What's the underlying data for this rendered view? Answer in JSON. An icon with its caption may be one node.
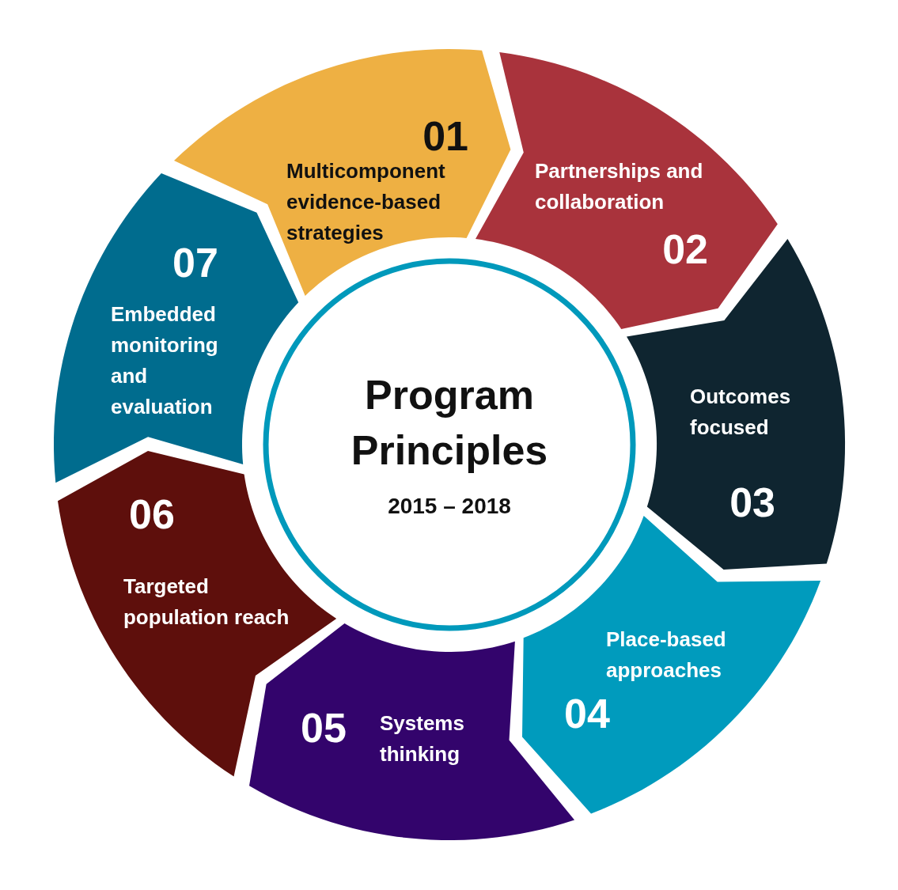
{
  "diagram": {
    "nodes": [
      {
        "text": [
          "Program Principles",
          "2015 – 2018"
        ]
      },
      {
        "text": [
          "01",
          "Multicomponent evidence-based strategies"
        ]
      },
      {
        "text": [
          "Partnerships and collaboration",
          "02"
        ]
      },
      {
        "text": [
          "Outcomes focused",
          "03"
        ]
      },
      {
        "text": [
          "Place-based approaches",
          "04"
        ]
      },
      {
        "text": [
          "05",
          "Systems thinking"
        ]
      },
      {
        "text": [
          "06",
          "Targeted population reach"
        ]
      },
      {
        "text": [
          "07",
          "Embedded monitoring and evaluation"
        ]
      }
    ]
  }
}
